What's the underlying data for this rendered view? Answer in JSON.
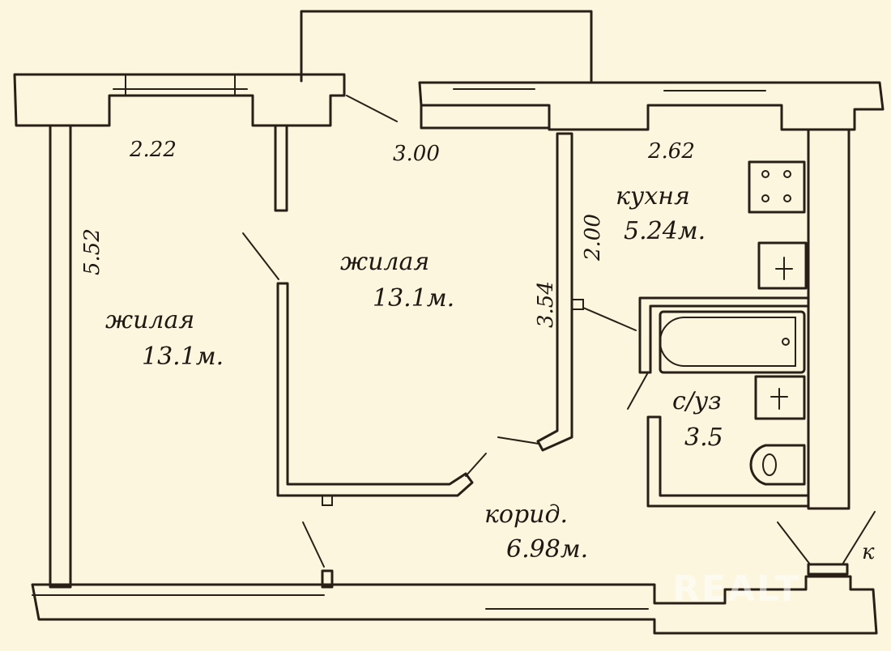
{
  "rooms": {
    "living_left": {
      "label": "жилая",
      "area": "13.1м."
    },
    "living_center": {
      "label": "жилая",
      "area": "13.1м."
    },
    "kitchen": {
      "label": "кухня",
      "area": "5.24м."
    },
    "bathroom": {
      "label": "с/уз",
      "area": "3.5"
    },
    "corridor": {
      "label": "корид.",
      "area": "6.98м."
    }
  },
  "dimensions": {
    "left_room_width": "2.22",
    "center_room_width": "3.00",
    "kitchen_width": "2.62",
    "left_room_depth": "5.52",
    "center_room_depth": "3.54",
    "kitchen_depth": "2.00"
  },
  "marks": {
    "pantry": "к"
  },
  "watermark": "REALT",
  "colors": {
    "paper": "#fbf6dd",
    "ink": "#2a1f16"
  }
}
